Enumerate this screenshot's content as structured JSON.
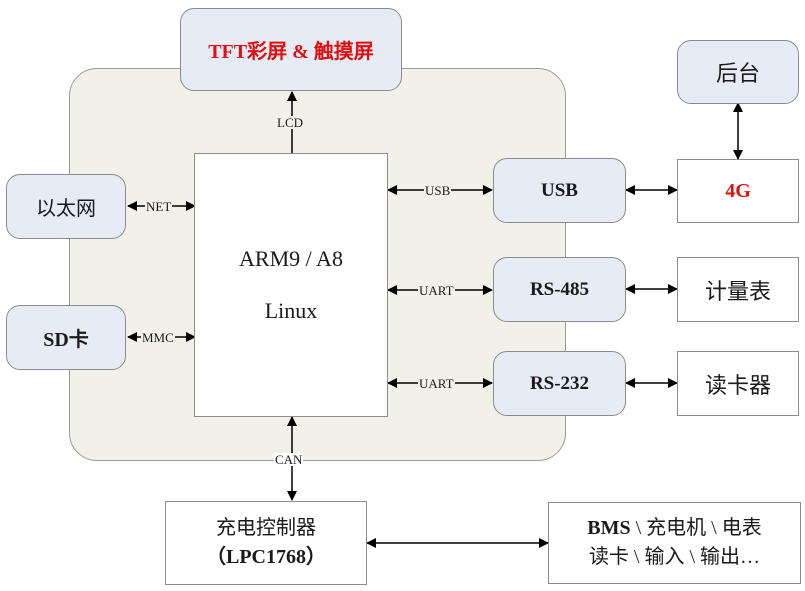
{
  "diagram": {
    "title": "ARM Linux charging-pile controller architecture",
    "nodes": {
      "display": "TFT彩屏 & 触摸屏",
      "ethernet": "以太网",
      "sd_card": "SD卡",
      "cpu_line1": "ARM9 / A8",
      "cpu_line2": "Linux",
      "usb": "USB",
      "rs485": "RS-485",
      "rs232": "RS-232",
      "backend": "后台",
      "cellular": "4G",
      "meter": "计量表",
      "card_reader": "读卡器",
      "charge_controller_line1": "充电控制器",
      "charge_controller_line2": "（LPC1768）",
      "peripherals_line1": "BMS \\ 充电机 \\ 电表",
      "peripherals_line2": "读卡 \\ 输入 \\ 输出…"
    },
    "links": {
      "lcd": "LCD",
      "net": "NET",
      "mmc": "MMC",
      "usb": "USB",
      "uart1": "UART",
      "uart2": "UART",
      "can": "CAN"
    },
    "colors": {
      "panel_bg": "#f1f1ea",
      "module_bg": "#e6ebf5",
      "highlight_text": "#e01010",
      "line": "#000000"
    }
  }
}
